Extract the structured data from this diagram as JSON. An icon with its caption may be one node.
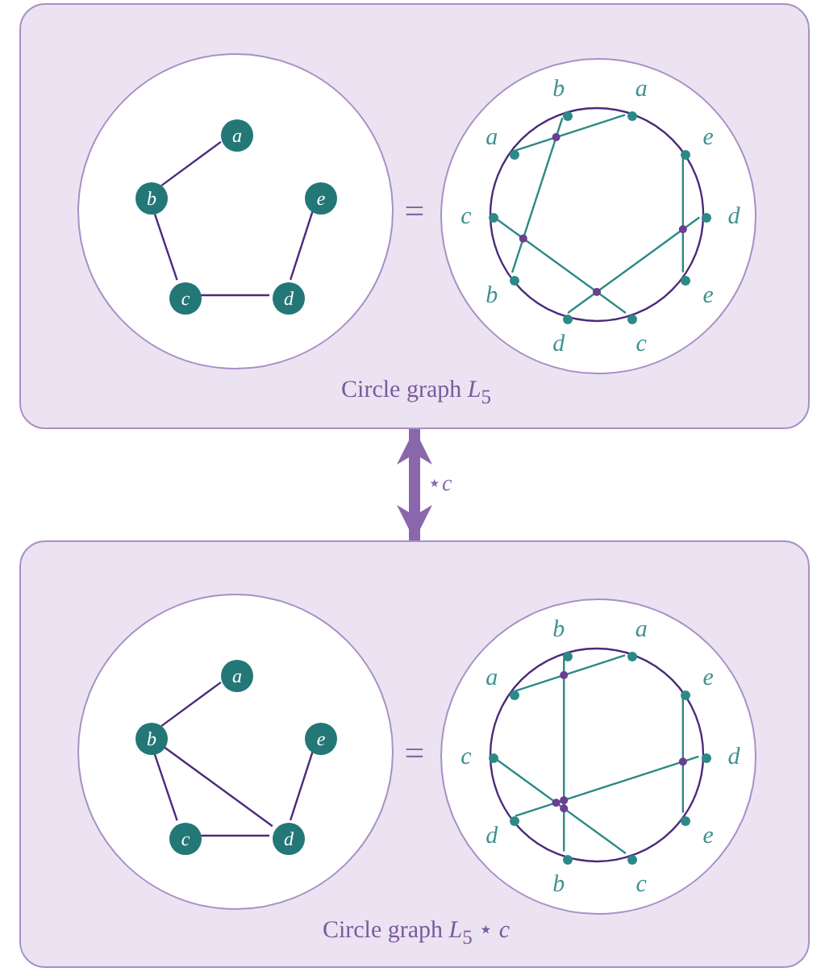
{
  "diagram": {
    "nodes": [
      {
        "text": [
          "Circle graph *L*$_{5}$"
        ]
      },
      {
        "text": [],
        "shape": "circle",
        "in": 0
      },
      {
        "text": [
          "a"
        ],
        "in": 1
      },
      {
        "text": [
          "b"
        ],
        "in": 1
      },
      {
        "text": [
          "e"
        ],
        "in": 1
      },
      {
        "text": [
          "c"
        ],
        "in": 1
      },
      {
        "text": [
          "d"
        ],
        "in": 1
      },
      {
        "text": [],
        "shape": "circle",
        "in": 0
      },
      {
        "text": [],
        "shape": "circle",
        "in": 7,
        "beside": [
          "b"
        ]
      },
      {
        "text": [],
        "shape": "circle",
        "in": 7,
        "beside": [
          "a"
        ]
      },
      {
        "text": [],
        "shape": "circle",
        "in": 7,
        "beside": [
          "a"
        ]
      },
      {
        "text": [],
        "shape": "circle",
        "in": 7,
        "beside": [
          "e"
        ]
      },
      {
        "text": [],
        "shape": "circle",
        "in": 7,
        "beside": [
          "c"
        ]
      },
      {
        "text": [],
        "shape": "circle",
        "in": 7,
        "beside": [
          "d"
        ]
      },
      {
        "text": [],
        "shape": "circle",
        "in": 7,
        "beside": [
          "b"
        ]
      },
      {
        "text": [],
        "shape": "circle",
        "in": 7,
        "beside": [
          "e"
        ]
      },
      {
        "text": [],
        "shape": "circle",
        "in": 7,
        "beside": [
          "d"
        ]
      },
      {
        "text": [],
        "shape": "circle",
        "in": 7,
        "beside": [
          "c"
        ]
      },
      {
        "text": [
          "Circle graph *L*$_{5}$ ⋆ *c*"
        ]
      },
      {
        "text": [],
        "shape": "circle",
        "in": 18
      },
      {
        "text": [
          "a"
        ],
        "in": 19
      },
      {
        "text": [
          "b"
        ],
        "in": 19
      },
      {
        "text": [
          "e"
        ],
        "in": 19
      },
      {
        "text": [
          "c"
        ],
        "in": 19
      },
      {
        "text": [
          "d"
        ],
        "in": 19
      },
      {
        "text": [],
        "shape": "circle",
        "in": 18
      },
      {
        "text": [],
        "shape": "circle",
        "in": 25,
        "beside": [
          "b"
        ]
      },
      {
        "text": [],
        "shape": "circle",
        "in": 25,
        "beside": [
          "a"
        ]
      },
      {
        "text": [],
        "shape": "circle",
        "in": 25,
        "beside": [
          "a"
        ]
      },
      {
        "text": [],
        "shape": "circle",
        "in": 25,
        "beside": [
          "e"
        ]
      },
      {
        "text": [],
        "shape": "circle",
        "in": 25,
        "beside": [
          "c"
        ]
      },
      {
        "text": [],
        "shape": "circle",
        "in": 25,
        "beside": [
          "d"
        ]
      },
      {
        "text": [],
        "shape": "circle",
        "in": 25,
        "beside": [
          "d"
        ]
      },
      {
        "text": [],
        "shape": "circle",
        "in": 25,
        "beside": [
          "e"
        ]
      },
      {
        "text": [],
        "shape": "circle",
        "in": 25,
        "beside": [
          "b"
        ]
      },
      {
        "text": [],
        "shape": "circle",
        "in": 25,
        "beside": [
          "c"
        ]
      }
    ],
    "edges": [
      {
        "from": 2,
        "to": 3,
        "arrow": "none",
        "color": "#4b2a7a"
      },
      {
        "from": 3,
        "to": 5,
        "arrow": "none",
        "color": "#4b2a7a"
      },
      {
        "from": 5,
        "to": 6,
        "arrow": "none",
        "color": "#4b2a7a"
      },
      {
        "from": 6,
        "to": 4,
        "arrow": "none",
        "color": "#4b2a7a"
      },
      {
        "from": 9,
        "to": 10,
        "arrow": "none"
      },
      {
        "from": 8,
        "to": 14,
        "arrow": "none"
      },
      {
        "from": 12,
        "to": 17,
        "arrow": "none"
      },
      {
        "from": 13,
        "to": 16,
        "arrow": "none"
      },
      {
        "from": 11,
        "to": 15,
        "arrow": "none"
      },
      {
        "from": 0,
        "to": 18,
        "arrow": "both",
        "label": "⋆*c*",
        "style": "thick",
        "color": "#8a67ab"
      },
      {
        "from": 20,
        "to": 21,
        "arrow": "none",
        "color": "#4b2a7a"
      },
      {
        "from": 21,
        "to": 23,
        "arrow": "none",
        "color": "#4b2a7a"
      },
      {
        "from": 21,
        "to": 24,
        "arrow": "none",
        "color": "#4b2a7a"
      },
      {
        "from": 23,
        "to": 24,
        "arrow": "none",
        "color": "#4b2a7a"
      },
      {
        "from": 24,
        "to": 22,
        "arrow": "none",
        "color": "#4b2a7a"
      },
      {
        "from": 27,
        "to": 28,
        "arrow": "none"
      },
      {
        "from": 26,
        "to": 34,
        "arrow": "none"
      },
      {
        "from": 30,
        "to": 35,
        "arrow": "none"
      },
      {
        "from": 31,
        "to": 32,
        "arrow": "none"
      },
      {
        "from": 29,
        "to": 33,
        "arrow": "none"
      }
    ],
    "labels": [
      "=",
      "="
    ]
  }
}
